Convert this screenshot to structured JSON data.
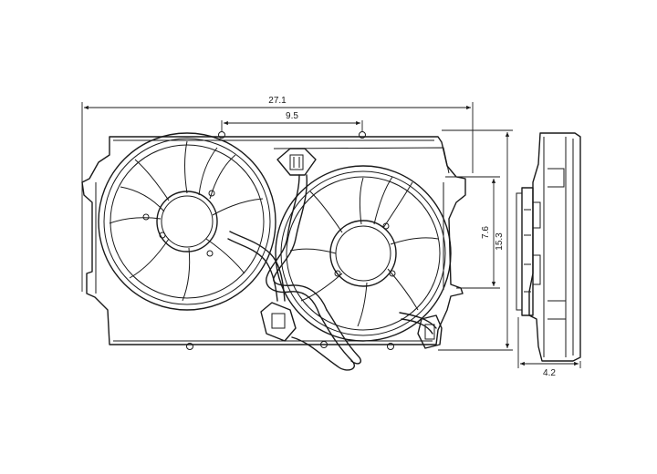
{
  "dimensions": {
    "overall_width": "27.1",
    "mount_spacing": "9.5",
    "hub_height": "7.6",
    "overall_height": "15.3",
    "depth": "4.2"
  }
}
